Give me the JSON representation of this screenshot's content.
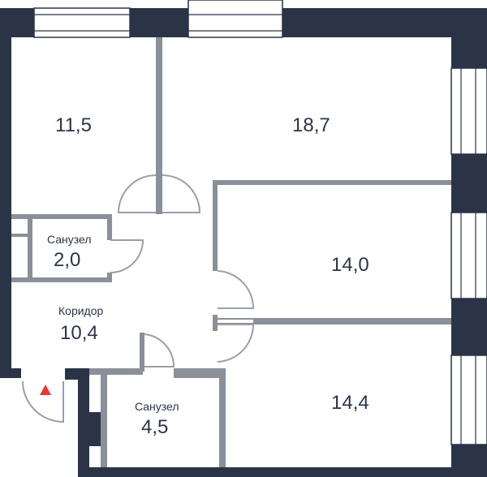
{
  "plan": {
    "colors": {
      "outer_wall": "#2b3447",
      "inner_wall": "#8a8f99",
      "door_arc": "#9a9fa8",
      "window_frame": "#2b3447",
      "entrance_marker": "#e23a2f",
      "background": "#ffffff"
    },
    "rooms": [
      {
        "id": "room-top-left",
        "area": "11,5"
      },
      {
        "id": "room-top-right",
        "area": "18,7"
      },
      {
        "id": "bathroom-1",
        "name": "Санузел",
        "area": "2,0"
      },
      {
        "id": "room-middle-right",
        "area": "14,0"
      },
      {
        "id": "corridor",
        "name": "Коридор",
        "area": "10,4"
      },
      {
        "id": "bathroom-2",
        "name": "Санузел",
        "area": "4,5"
      },
      {
        "id": "room-bottom-right",
        "area": "14,4"
      }
    ],
    "entrance_icon": "triangle-up-icon"
  }
}
